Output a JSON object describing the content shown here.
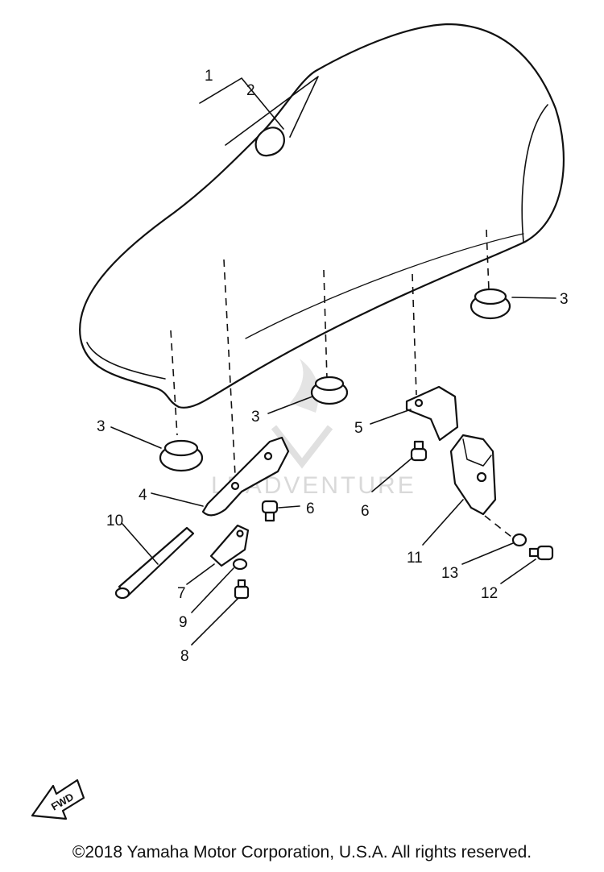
{
  "callouts": {
    "c1": "1",
    "c2": "2",
    "c3a": "3",
    "c3b": "3",
    "c3c": "3",
    "c4": "4",
    "c5": "5",
    "c6a": "6",
    "c6b": "6",
    "c7": "7",
    "c8": "8",
    "c9": "9",
    "c10": "10",
    "c11": "11",
    "c12": "12",
    "c13": "13"
  },
  "fwd_label": "FWD",
  "watermark": "LEADVENTURE",
  "copyright": "©2018 Yamaha Motor Corporation, U.S.A. All rights reserved."
}
